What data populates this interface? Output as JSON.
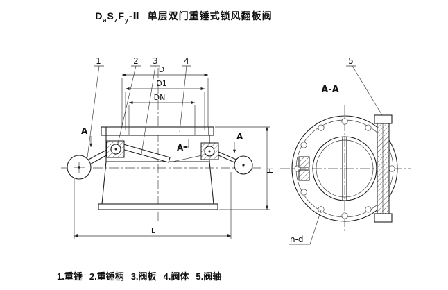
{
  "title": {
    "m1": "D",
    "s1": "a",
    "m2": "S",
    "s2": "z",
    "m3": "F",
    "s3": "y",
    "suffix": "-Ⅱ",
    "name": "单层双门重锤式锁风翻板阀"
  },
  "dimensions": {
    "d": "D",
    "d1": "D1",
    "dn": "DN",
    "h": "H",
    "l": "L"
  },
  "section": {
    "label": "A-A",
    "cut_mark": "A",
    "bolt_note": "n-d"
  },
  "callouts": {
    "c1": "1",
    "c2": "2",
    "c3": "3",
    "c4": "4",
    "c5": "5"
  },
  "legend": {
    "items": [
      "1.重锤",
      "2.重锤柄",
      "3.阀板",
      "4.阀体",
      "5.阀轴"
    ]
  }
}
